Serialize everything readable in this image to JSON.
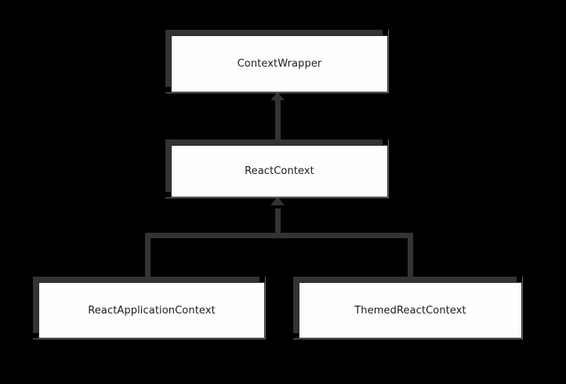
{
  "diagram": {
    "type": "uml-class-diagram",
    "background_color": "#000000",
    "node_fill_color": "#fdfdfd",
    "node_border_color": "#2b2b2b",
    "node_shadow_color": "#333333",
    "node_edge_color": "#6e6e6e",
    "connector_color": "#333333",
    "label_color": "#1d1d1d",
    "nodes": [
      {
        "id": "context-wrapper",
        "label": "ContextWrapper"
      },
      {
        "id": "react-context",
        "label": "ReactContext"
      },
      {
        "id": "react-application-context",
        "label": "ReactApplicationContext"
      },
      {
        "id": "themed-react-context",
        "label": "ThemedReactContext"
      }
    ],
    "relationships": [
      {
        "from": "ReactContext",
        "to": "ContextWrapper",
        "kind": "generalization"
      },
      {
        "from": "ReactApplicationContext",
        "to": "ReactContext",
        "kind": "generalization"
      },
      {
        "from": "ThemedReactContext",
        "to": "ReactContext",
        "kind": "generalization"
      }
    ]
  }
}
